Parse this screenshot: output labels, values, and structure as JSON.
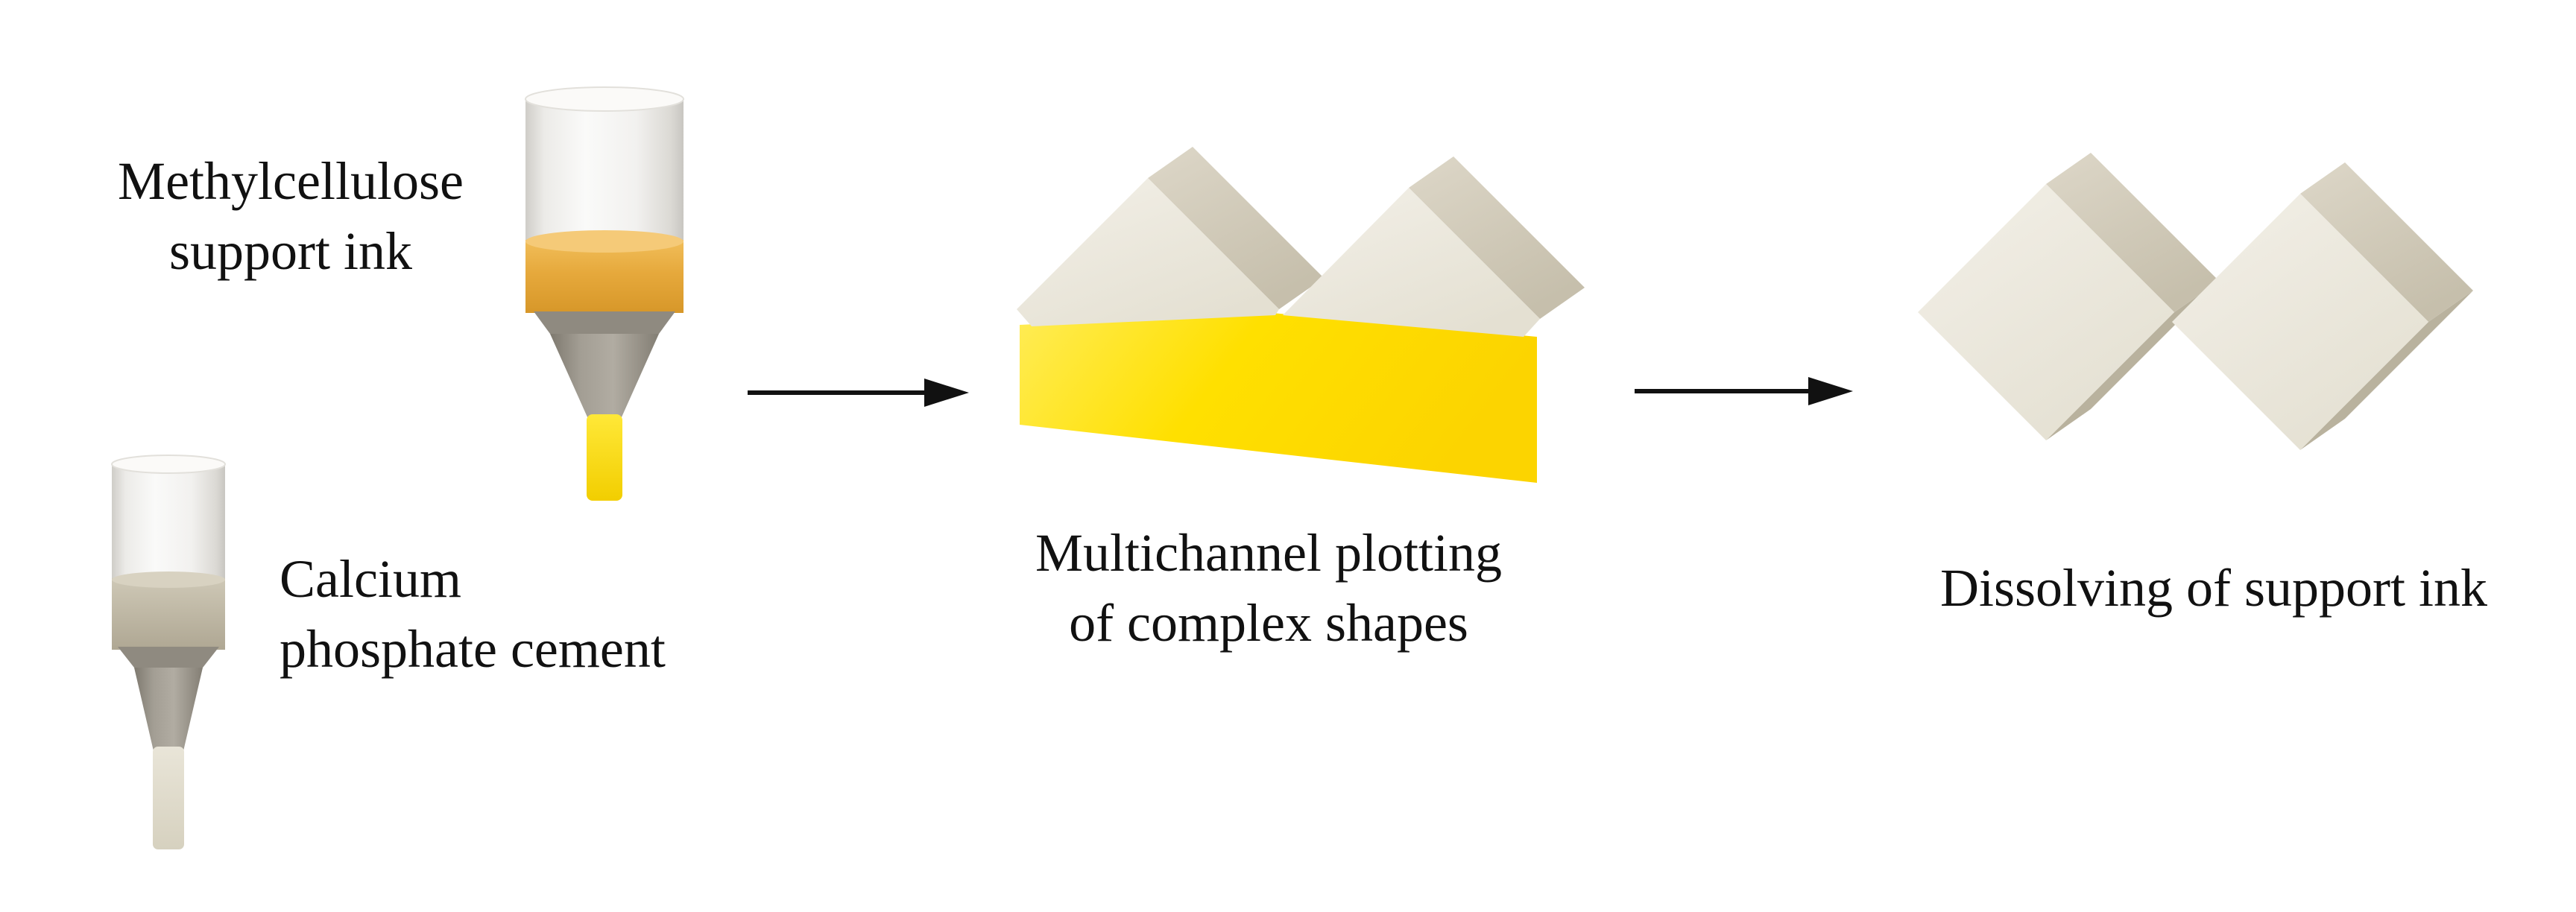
{
  "figure": {
    "background": "#FFFFFF",
    "labels": {
      "support_ink": {
        "line1": "Methylcellulose",
        "line2": "support ink"
      },
      "cement": {
        "line1": "Calcium",
        "line2": "phosphate cement"
      },
      "plotting": {
        "line1": "Multichannel plotting",
        "line2": "of complex shapes"
      },
      "dissolving": {
        "text": "Dissolving of support ink"
      }
    },
    "colors": {
      "support_ink_yellow": "#FFE000",
      "support_ink_amber": "#E6A93C",
      "cement_beige": "#C0B8A4",
      "ceramic_cream": "#ECE8DC",
      "ceramic_tan": "#CFC8B6",
      "nozzle_gray": "#9A958B",
      "arrow": "#111111"
    }
  }
}
